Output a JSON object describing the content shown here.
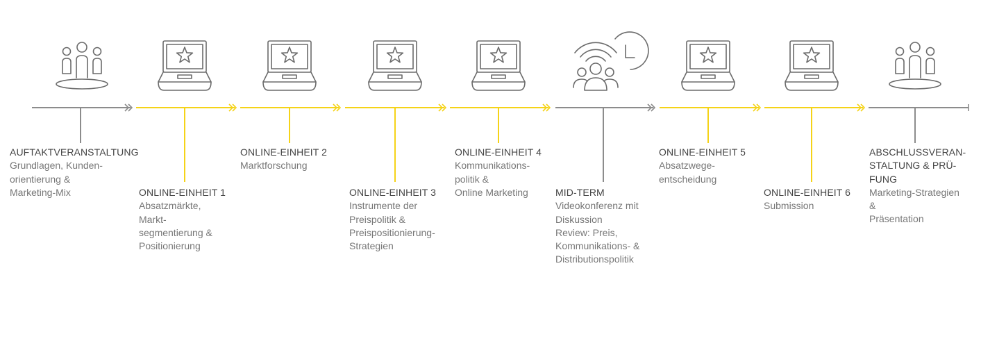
{
  "colors": {
    "gray": "#8c8c8c",
    "icon": "#6b6b6b",
    "yellow": "#f5d318",
    "title_text": "#444444",
    "body_text": "#777777"
  },
  "steps": [
    {
      "title": "AUFTAKTVERANSTALTUNG",
      "lines": [
        "Grundlagen, Kunden-",
        "orientierung &",
        "Marketing-Mix"
      ],
      "icon": "people-icon",
      "color": "gray"
    },
    {
      "title": "ONLINE-EINHEIT 1",
      "lines": [
        "Absatzmärkte,",
        "Markt-",
        "segmentierung &",
        "Positionierung"
      ],
      "icon": "laptop-star-icon",
      "color": "yellow"
    },
    {
      "title": "ONLINE-EINHEIT 2",
      "lines": [
        "Marktforschung"
      ],
      "icon": "laptop-star-icon",
      "color": "yellow"
    },
    {
      "title": "ONLINE-EINHEIT 3",
      "lines": [
        "Instrumente der",
        "Preispolitik &",
        "Preispositionierung-",
        "Strategien"
      ],
      "icon": "laptop-star-icon",
      "color": "yellow"
    },
    {
      "title": "ONLINE-EINHEIT 4",
      "lines": [
        "Kommunikations-",
        "politik &",
        "Online Marketing"
      ],
      "icon": "laptop-star-icon",
      "color": "yellow"
    },
    {
      "title": "MID-TERM",
      "lines": [
        "Videokonferenz mit",
        "Diskussion",
        "Review: Preis,",
        "Kommunikations- &",
        "Distributionspolitik"
      ],
      "icon": "video-conference-clock-icon",
      "color": "gray"
    },
    {
      "title": "ONLINE-EINHEIT 5",
      "lines": [
        "Absatzwege-",
        "entscheidung"
      ],
      "icon": "laptop-star-icon",
      "color": "yellow"
    },
    {
      "title": "ONLINE-EINHEIT 6",
      "lines": [
        "Submission"
      ],
      "icon": "laptop-star-icon",
      "color": "yellow"
    },
    {
      "title": "ABSCHLUSSVERAN-",
      "title2": "STALTUNG & PRÜ-",
      "title3": "FUNG",
      "lines": [
        "Marketing-Strategien",
        "&",
        "Präsentation"
      ],
      "icon": "people-icon",
      "color": "gray"
    }
  ]
}
